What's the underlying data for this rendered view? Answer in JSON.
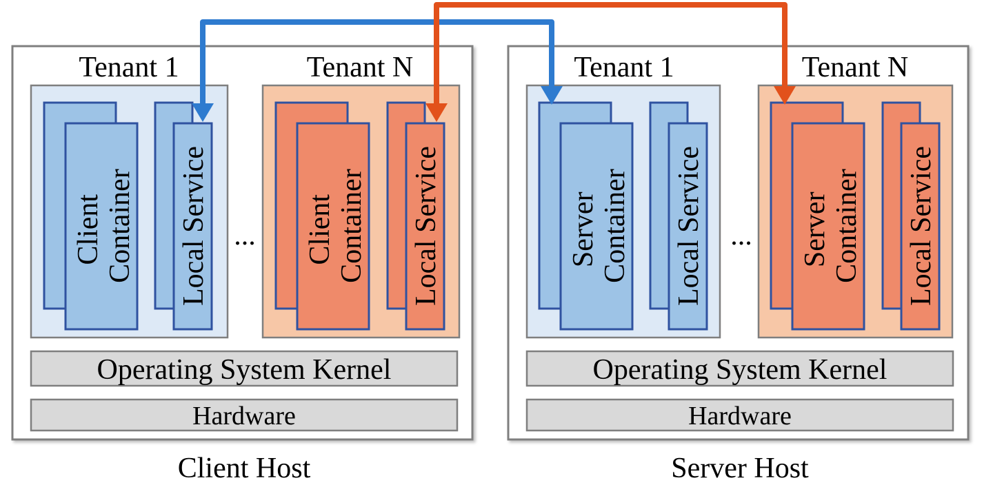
{
  "hosts": [
    {
      "label": "Client Host",
      "tenants": [
        {
          "label": "Tenant 1",
          "container_lines": [
            "Client",
            "Container"
          ],
          "service": "Local Service",
          "theme": "blue"
        },
        {
          "label": "Tenant N",
          "container_lines": [
            "Client",
            "Container"
          ],
          "service": "Local Service",
          "theme": "orange"
        }
      ],
      "ellipsis": "...",
      "kernel": "Operating System Kernel",
      "hardware": "Hardware"
    },
    {
      "label": "Server Host",
      "tenants": [
        {
          "label": "Tenant 1",
          "container_lines": [
            "Server",
            "Container"
          ],
          "service": "Local Service",
          "theme": "blue"
        },
        {
          "label": "Tenant N",
          "container_lines": [
            "Server",
            "Container"
          ],
          "service": "Local Service",
          "theme": "orange"
        }
      ],
      "ellipsis": "...",
      "kernel": "Operating System Kernel",
      "hardware": "Hardware"
    }
  ],
  "colors": {
    "blue_arrow": "#2E7BCF",
    "orange_arrow": "#E2511B",
    "blue_tenant_bg": "#DDE9F6",
    "orange_tenant_bg": "#F7C7A7",
    "blue_box": "#9DC3E6",
    "orange_box": "#EF8A6A",
    "box_stroke": "#2F52A0",
    "tenant_border": "#7F7F7F",
    "layer_fill": "#D9D9D9",
    "host_border": "#7F7F7F"
  }
}
